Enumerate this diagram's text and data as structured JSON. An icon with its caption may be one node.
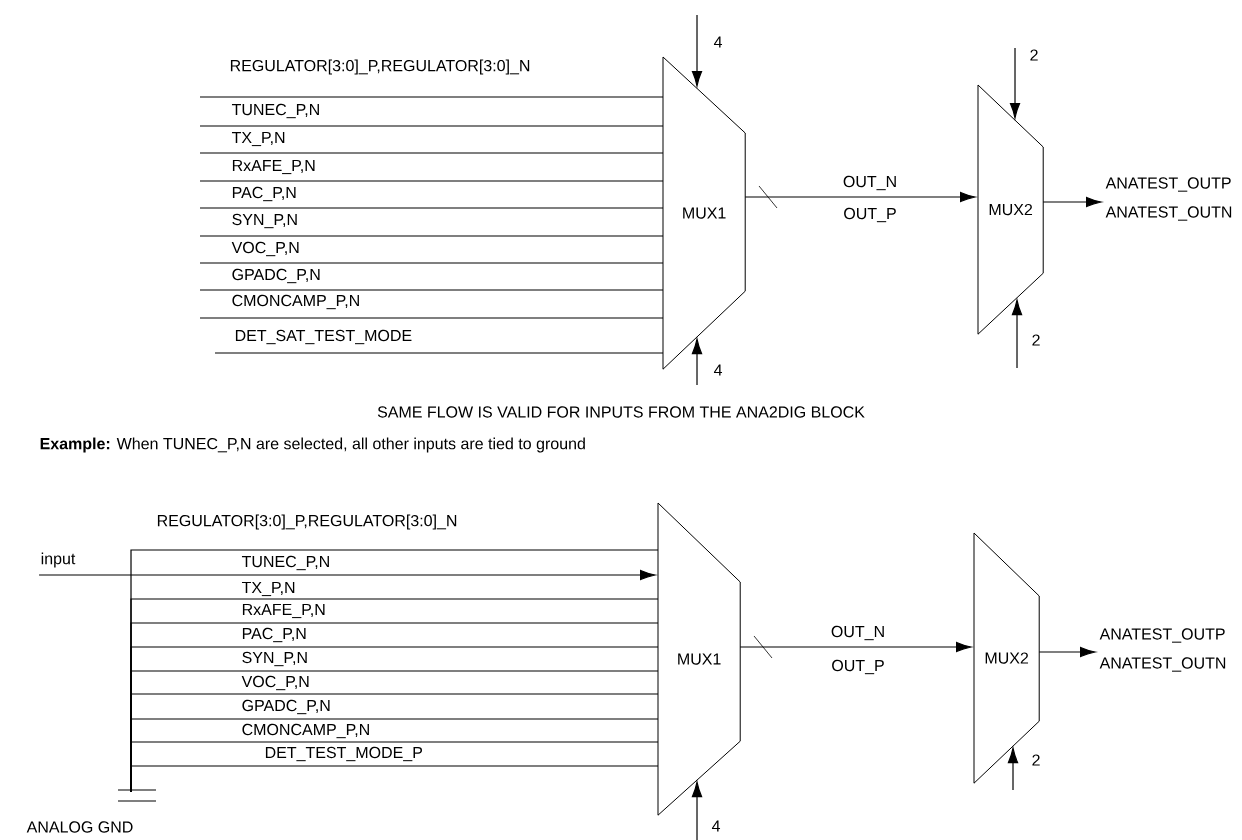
{
  "diagram": {
    "nodes": [
      {
        "text": [
          "MUX1"
        ]
      },
      {
        "text": [
          "MUX2"
        ]
      },
      {
        "text": [
          "MUX1"
        ]
      },
      {
        "text": [
          "MUX2"
        ]
      },
      {
        "text": [
          "input"
        ]
      },
      {
        "text": [
          "ANALOG GND"
        ]
      },
      {
        "text": [
          "ANATEST_OUTP",
          "ANATEST_OUTN"
        ]
      },
      {
        "text": [
          "ANATEST_OUTP",
          "ANATEST_OUTN"
        ]
      }
    ],
    "edges": [
      {
        "from": null,
        "to": 0,
        "arrow": "none",
        "label": "REGULATOR[3:0]_P,REGULATOR[3:0]_N"
      },
      {
        "from": null,
        "to": 0,
        "arrow": "none",
        "label": "TUNEC_P,N"
      },
      {
        "from": null,
        "to": 0,
        "arrow": "none",
        "label": "TX_P,N"
      },
      {
        "from": null,
        "to": 0,
        "arrow": "none",
        "label": "RxAFE_P,N"
      },
      {
        "from": null,
        "to": 0,
        "arrow": "none",
        "label": "PAC_P,N"
      },
      {
        "from": null,
        "to": 0,
        "arrow": "none",
        "label": "SYN_P,N"
      },
      {
        "from": null,
        "to": 0,
        "arrow": "none",
        "label": "VOC_P,N"
      },
      {
        "from": null,
        "to": 0,
        "arrow": "none",
        "label": "GPADC_P,N"
      },
      {
        "from": null,
        "to": 0,
        "arrow": "none",
        "label": "CMONCAMP_P,N"
      },
      {
        "from": null,
        "to": 0,
        "arrow": "none",
        "label": "DET_SAT_TEST_MODE"
      },
      {
        "from": null,
        "to": 0,
        "arrow": "to",
        "label": "4"
      },
      {
        "from": null,
        "to": 0,
        "arrow": "to",
        "label": "4"
      },
      {
        "from": 0,
        "to": 1,
        "arrow": "to",
        "label": "OUT_N"
      },
      {
        "from": null,
        "to": 1,
        "arrow": "to",
        "label": "2"
      },
      {
        "from": null,
        "to": 1,
        "arrow": "to",
        "label": "2"
      },
      {
        "from": 1,
        "to": 6,
        "arrow": "to"
      },
      {
        "from": 5,
        "to": 2,
        "arrow": "none",
        "label": "REGULATOR[3:0]_P,REGULATOR[3:0]_N"
      },
      {
        "from": 4,
        "to": 2,
        "arrow": "to",
        "label": "TUNEC_P,N"
      },
      {
        "from": 5,
        "to": 2,
        "arrow": "none",
        "label": "TX_P,N"
      },
      {
        "from": 5,
        "to": 2,
        "arrow": "none",
        "label": "RxAFE_P,N"
      },
      {
        "from": 5,
        "to": 2,
        "arrow": "none",
        "label": "PAC_P,N"
      },
      {
        "from": 5,
        "to": 2,
        "arrow": "none",
        "label": "SYN_P,N"
      },
      {
        "from": 5,
        "to": 2,
        "arrow": "none",
        "label": "VOC_P,N"
      },
      {
        "from": 5,
        "to": 2,
        "arrow": "none",
        "label": "GPADC_P,N"
      },
      {
        "from": 5,
        "to": 2,
        "arrow": "none",
        "label": "CMONCAMP_P,N"
      },
      {
        "from": 5,
        "to": 2,
        "arrow": "none",
        "label": "DET_TEST_MODE_P"
      },
      {
        "from": null,
        "to": 2,
        "arrow": "to",
        "label": "4"
      },
      {
        "from": 2,
        "to": 3,
        "arrow": "to",
        "label": "OUT_N"
      },
      {
        "from": null,
        "to": 3,
        "arrow": "to",
        "label": "2"
      },
      {
        "from": 3,
        "to": 7,
        "arrow": "to"
      }
    ],
    "labels": [
      "OUT_P",
      "SAME FLOW IS VALID FOR INPUTS FROM THE ANA2DIG BLOCK",
      "**Example:** When TUNEC_P,N are selected, all other inputs are tied to ground",
      "OUT_P"
    ]
  }
}
